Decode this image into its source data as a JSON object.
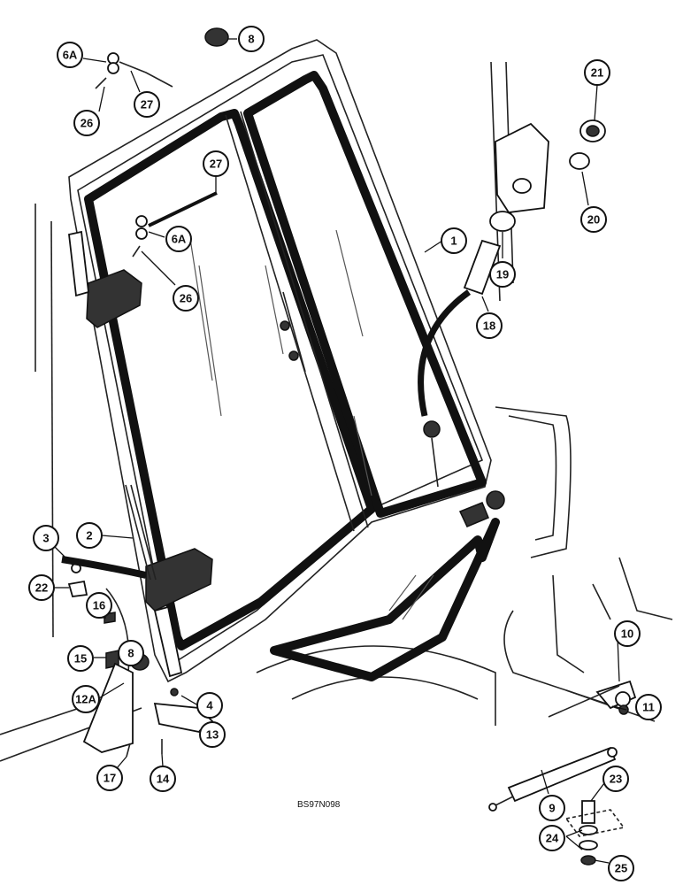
{
  "diagram": {
    "caption": "BS97N098",
    "callouts": [
      {
        "id": "c8top",
        "label": "8"
      },
      {
        "id": "c6a_top",
        "label": "6A"
      },
      {
        "id": "c27_top",
        "label": "27"
      },
      {
        "id": "c26_top",
        "label": "26"
      },
      {
        "id": "c21",
        "label": "21"
      },
      {
        "id": "c20",
        "label": "20"
      },
      {
        "id": "c27_mid",
        "label": "27"
      },
      {
        "id": "c6a_mid",
        "label": "6A"
      },
      {
        "id": "c26_mid",
        "label": "26"
      },
      {
        "id": "c1",
        "label": "1"
      },
      {
        "id": "c19",
        "label": "19"
      },
      {
        "id": "c18",
        "label": "18"
      },
      {
        "id": "c3",
        "label": "3"
      },
      {
        "id": "c2",
        "label": "2"
      },
      {
        "id": "c22",
        "label": "22"
      },
      {
        "id": "c16",
        "label": "16"
      },
      {
        "id": "c15",
        "label": "15"
      },
      {
        "id": "c8low",
        "label": "8"
      },
      {
        "id": "c12a",
        "label": "12A"
      },
      {
        "id": "c4",
        "label": "4"
      },
      {
        "id": "c13",
        "label": "13"
      },
      {
        "id": "c17",
        "label": "17"
      },
      {
        "id": "c14",
        "label": "14"
      },
      {
        "id": "c10",
        "label": "10"
      },
      {
        "id": "c11",
        "label": "11"
      },
      {
        "id": "c23",
        "label": "23"
      },
      {
        "id": "c9",
        "label": "9"
      },
      {
        "id": "c24",
        "label": "24"
      },
      {
        "id": "c25",
        "label": "25"
      }
    ]
  }
}
